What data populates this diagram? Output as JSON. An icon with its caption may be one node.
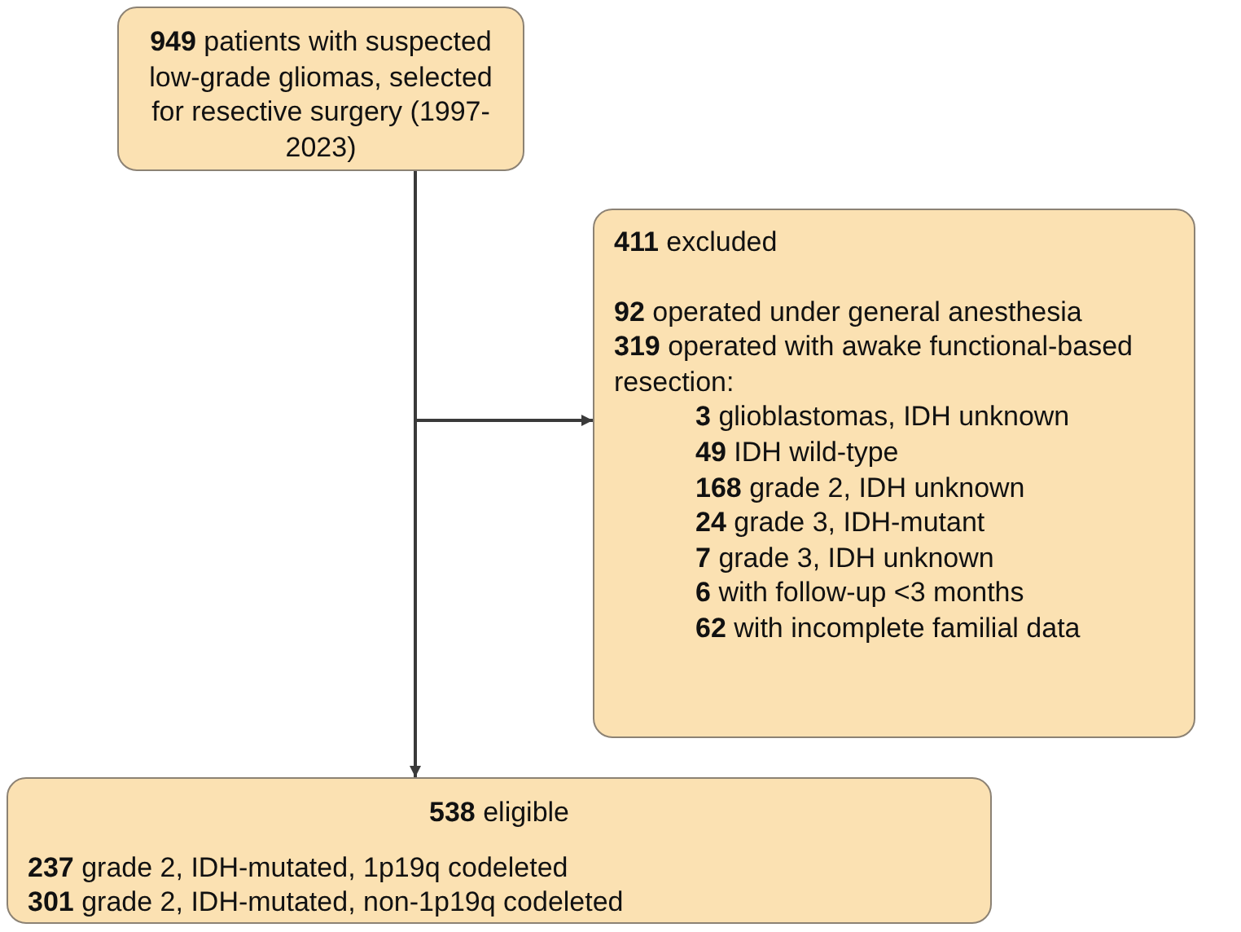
{
  "diagram": {
    "nodes": [
      {
        "text": [
          "**949** patients with suspected low-grade gliomas, selected for resective surgery (1997-2023)"
        ]
      },
      {
        "text": [
          "**411** excluded",
          "**92** operated under general anesthesia",
          "**319** operated with awake functional-based resection:",
          "**3** glioblastomas, IDH unknown",
          "**49** IDH wild-type",
          "**168** grade 2, IDH unknown",
          "**24** grade 3, IDH-mutant",
          "**7** grade 3, IDH unknown",
          "**6** with follow-up <3 months",
          "**62** with incomplete familial data"
        ]
      },
      {
        "text": [
          "**538** eligible",
          "**237** grade 2, IDH-mutated, 1p19q codeleted",
          "**301** grade 2, IDH-mutated, non-1p19q codeleted"
        ]
      }
    ],
    "edges": [
      {
        "from": 0,
        "to": 2,
        "arrow": "to"
      },
      {
        "from": 0,
        "to": 1,
        "arrow": "to"
      }
    ]
  }
}
